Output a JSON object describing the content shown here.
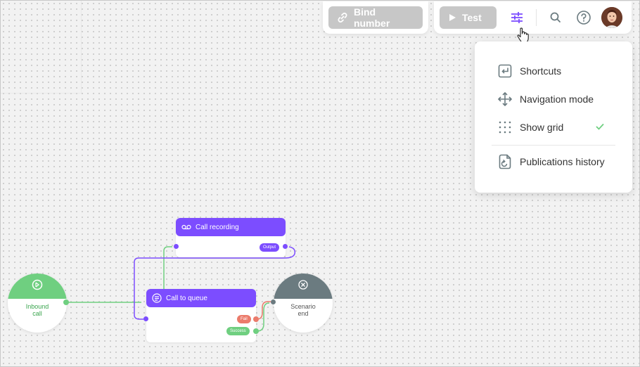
{
  "toolbar": {
    "bind_number_label": "Bind number",
    "test_label": "Test",
    "icons": [
      "link-icon",
      "play-icon",
      "settings-sliders-icon",
      "search-icon",
      "help-icon",
      "avatar"
    ]
  },
  "settings_menu": {
    "items": [
      {
        "label": "Shortcuts",
        "icon": "shortcuts-icon"
      },
      {
        "label": "Navigation mode",
        "icon": "move-arrows-icon"
      },
      {
        "label": "Show grid",
        "icon": "grid-dots-icon",
        "checked": true
      },
      {
        "label": "Publications history",
        "icon": "history-icon"
      }
    ]
  },
  "nodes": {
    "inbound_call": {
      "label_line1": "Inbound",
      "label_line2": "call"
    },
    "call_recording": {
      "title": "Call recording",
      "output_label": "Output"
    },
    "call_to_queue": {
      "title": "Call to queue",
      "fail_label": "Fail",
      "success_label": "Success"
    },
    "scenario_end": {
      "label_line1": "Scenario",
      "label_line2": "end"
    }
  },
  "colors": {
    "accent": "#7c4dff",
    "green": "#6fcf80",
    "red": "#eb7b6b",
    "gray_node": "#6b7b80",
    "check": "#6fcf80"
  }
}
